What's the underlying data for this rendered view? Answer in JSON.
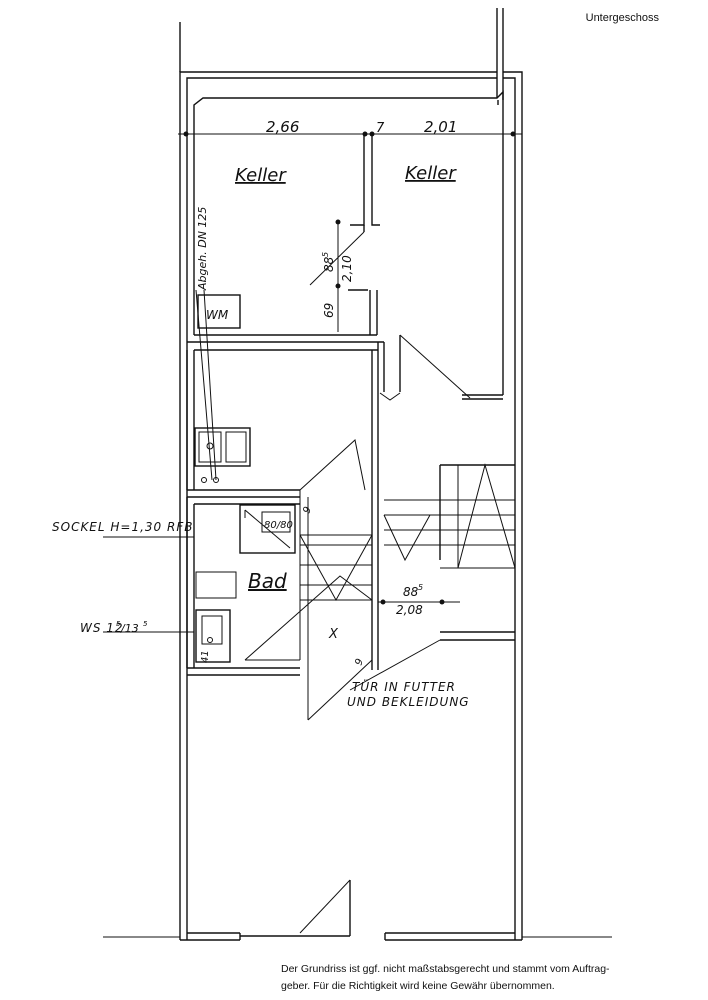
{
  "header": {
    "title": "Untergeschoss"
  },
  "rooms": {
    "keller_left": "Keller",
    "keller_right": "Keller",
    "bad": "Bad"
  },
  "dimensions": {
    "top_left_width": "2,66",
    "wall_gap": "7",
    "top_right_width": "2,01",
    "door_upper_a": "88",
    "door_upper_a_sup": "5",
    "door_upper_b": "2,10",
    "door_upper_c": "69",
    "door_lower_a": "88",
    "door_lower_a_sup": "5",
    "door_lower_b": "2,08",
    "shower": "80/80",
    "ws_small": "41",
    "door_small": "9"
  },
  "annotations": {
    "drain": "Abgeh. DN 125",
    "washing_machine": "WM",
    "sockel": "SOCKEL H=1,30 RFB",
    "ws": "WS 12",
    "ws_sup1": "5",
    "ws_mid": "/13",
    "ws_sup2": "5",
    "door_note_line1": "TÜR IN FUTTER",
    "door_note_line2": "UND BEKLEIDUNG",
    "stair_mark": "X"
  },
  "footer": {
    "disclaimer_line1": "Der Grundriss ist ggf. nicht maßstabsgerecht und stammt vom Auftrag-",
    "disclaimer_line2": "geber. Für die Richtigkeit wird keine Gewähr übernommen."
  }
}
